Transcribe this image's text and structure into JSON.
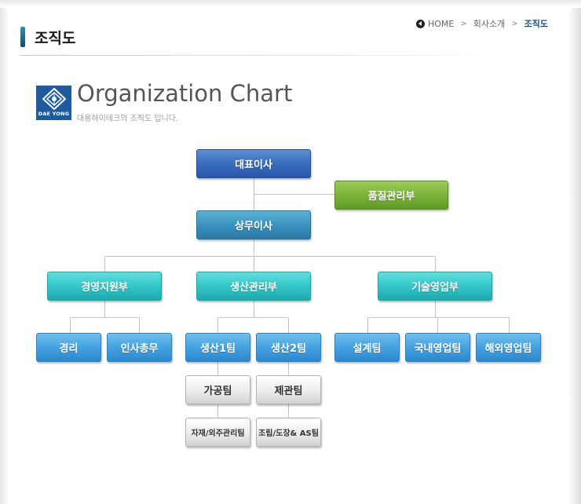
{
  "page": {
    "title": "조직도",
    "heading": "Organization Chart",
    "subheading": "대용하이테크의 조직도 입니다.",
    "logo_text": "DAE YONG"
  },
  "breadcrumb": {
    "home": "HOME",
    "section": "회사소개",
    "current": "조직도"
  },
  "org": {
    "ceo": "대표이사",
    "quality": "품질관리부",
    "executive": "상무이사",
    "departments": {
      "management_support": "경영지원부",
      "production_management": "생산관리부",
      "technical_sales": "기술영업부"
    },
    "teams": {
      "accounting": "경리",
      "hr_general": "인사총무",
      "production1": "생산1팀",
      "production2": "생산2팀",
      "design": "설계팀",
      "domestic_sales": "국내영업팀",
      "overseas_sales": "해외영업팀"
    },
    "sub_teams": {
      "processing": "가공팀",
      "can_making": "제관팀",
      "materials_outsourcing": "자재/외주관리팀",
      "assembly_painting_as": "조립/도장& AS팀"
    }
  },
  "colors": {
    "top": "#2a56a6",
    "quality": "#7cb33a",
    "executive": "#3a93bf",
    "department": "#33c6c8",
    "team": "#45a2e0",
    "sub_team": "#e6e6e6",
    "connector": "#c4c4c4"
  }
}
